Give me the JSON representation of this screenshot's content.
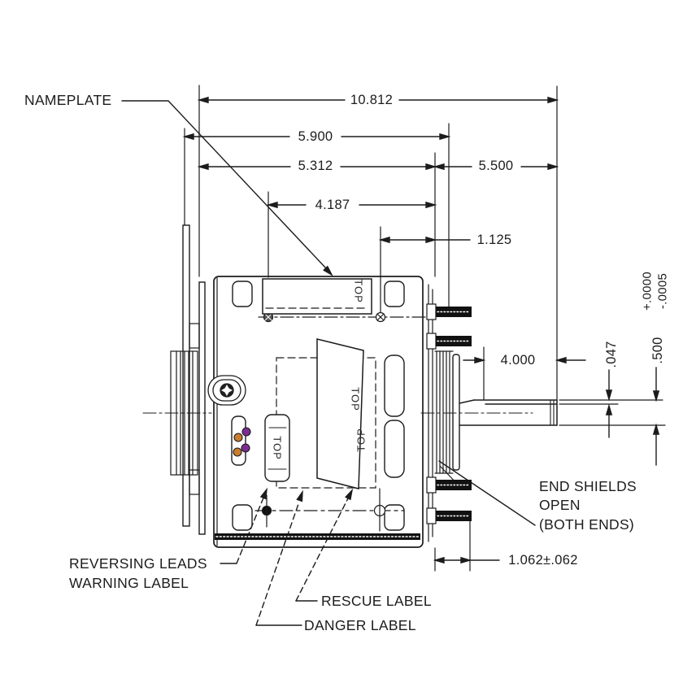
{
  "drawing": {
    "callouts": {
      "nameplate": "NAMEPLATE",
      "end_shields_line1": "END SHIELDS",
      "end_shields_line2": "OPEN",
      "end_shields_line3": "(BOTH ENDS)",
      "reversing_line1": "REVERSING LEADS",
      "reversing_line2": "WARNING LABEL",
      "rescue": "RESCUE LABEL",
      "danger": "DANGER LABEL"
    },
    "dimensions": {
      "overall_with_shaft": "10.812",
      "frame_overall": "5.900",
      "body_length": "5.312",
      "shaft_side_length": "5.500",
      "label_span": "4.187",
      "label_offset": "1.125",
      "shaft_extension": "4.000",
      "flat_depth": ".047",
      "shaft_diameter": ".500",
      "tolerance_plus": "+.0000",
      "tolerance_minus": "-.0005",
      "stud_length": "1.062±.062"
    },
    "marks": {
      "top": "TOP"
    },
    "colors": {
      "line": "#1c1c1c",
      "lead_orange": "#c97d2e",
      "lead_purple": "#7c2d91",
      "stud_fill": "#111111"
    }
  }
}
